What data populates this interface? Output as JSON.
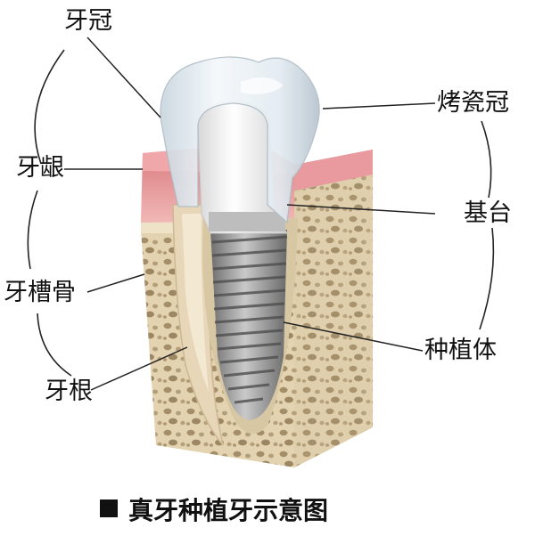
{
  "labels": {
    "crown": "牙冠",
    "gum": "牙龈",
    "alveolar_bone": "牙槽骨",
    "root": "牙根",
    "porcelain_crown": "烤瓷冠",
    "abutment": "基台",
    "implant_body": "种植体"
  },
  "caption": "真牙种植牙示意图",
  "colors": {
    "gum": "#e8a0a3",
    "bone": "#e9dcbf",
    "bone_pores": "#a48e69",
    "crown": "#e6eef3",
    "abutment": "#f2f2f2",
    "implant": "#8c8c8c",
    "root": "#e6d6bb"
  }
}
